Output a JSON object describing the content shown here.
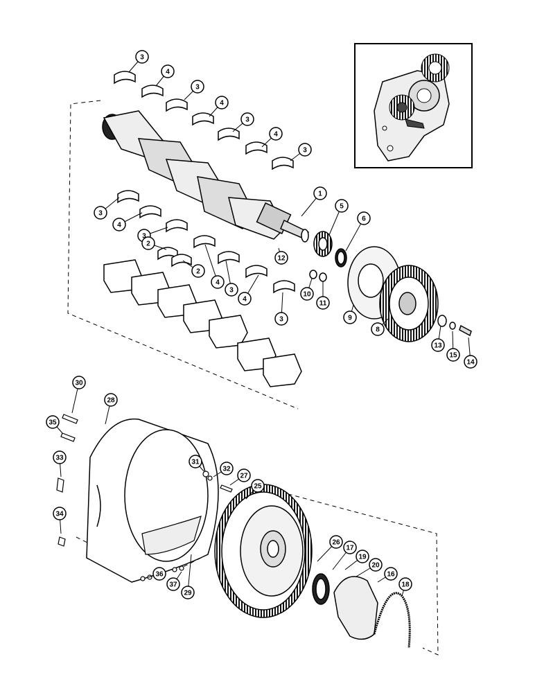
{
  "diagram": {
    "inset": {
      "name": "engine-front-gear-housing-inset"
    },
    "callouts": [
      {
        "id": "c3a",
        "label": "3"
      },
      {
        "id": "c4a",
        "label": "4"
      },
      {
        "id": "c3b",
        "label": "3"
      },
      {
        "id": "c4b",
        "label": "4"
      },
      {
        "id": "c3c",
        "label": "3"
      },
      {
        "id": "c4c",
        "label": "4"
      },
      {
        "id": "c3d",
        "label": "3"
      },
      {
        "id": "c1",
        "label": "1"
      },
      {
        "id": "c5",
        "label": "5"
      },
      {
        "id": "c6",
        "label": "6"
      },
      {
        "id": "c3e",
        "label": "3"
      },
      {
        "id": "c4d",
        "label": "4"
      },
      {
        "id": "c3f",
        "label": "3"
      },
      {
        "id": "c2a",
        "label": "2"
      },
      {
        "id": "c2b",
        "label": "2"
      },
      {
        "id": "c4e",
        "label": "4"
      },
      {
        "id": "c3g",
        "label": "3"
      },
      {
        "id": "c4f",
        "label": "4"
      },
      {
        "id": "c3h",
        "label": "3"
      },
      {
        "id": "c12",
        "label": "12"
      },
      {
        "id": "c10",
        "label": "10"
      },
      {
        "id": "c11",
        "label": "11"
      },
      {
        "id": "c9",
        "label": "9"
      },
      {
        "id": "c8",
        "label": "8"
      },
      {
        "id": "c13",
        "label": "13"
      },
      {
        "id": "c15",
        "label": "15"
      },
      {
        "id": "c14",
        "label": "14"
      },
      {
        "id": "c30",
        "label": "30"
      },
      {
        "id": "c28",
        "label": "28"
      },
      {
        "id": "c35",
        "label": "35"
      },
      {
        "id": "c33",
        "label": "33"
      },
      {
        "id": "c31",
        "label": "31"
      },
      {
        "id": "c32",
        "label": "32"
      },
      {
        "id": "c27",
        "label": "27"
      },
      {
        "id": "c25",
        "label": "25"
      },
      {
        "id": "c34",
        "label": "34"
      },
      {
        "id": "c26",
        "label": "26"
      },
      {
        "id": "c17",
        "label": "17"
      },
      {
        "id": "c19",
        "label": "19"
      },
      {
        "id": "c20",
        "label": "20"
      },
      {
        "id": "c16",
        "label": "16"
      },
      {
        "id": "c18",
        "label": "18"
      },
      {
        "id": "c36",
        "label": "36"
      },
      {
        "id": "c37",
        "label": "37"
      },
      {
        "id": "c29",
        "label": "29"
      }
    ]
  }
}
